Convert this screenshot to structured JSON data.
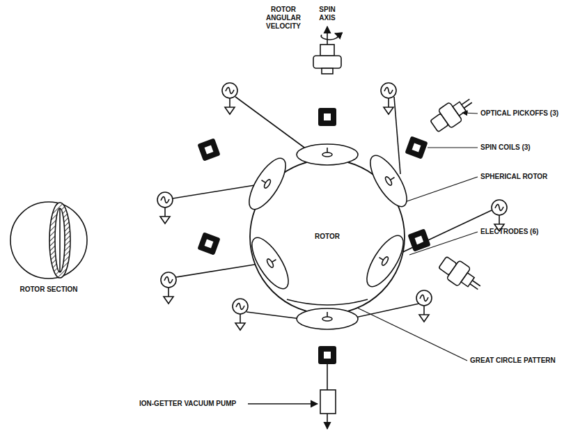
{
  "diagram": {
    "nodes": [
      {
        "text": [
          "ROTOR"
        ]
      }
    ],
    "labels": [
      "ROTOR ANGULAR VELOCITY",
      "SPIN AXIS",
      "OPTICAL PICKOFFS (3)",
      "SPIN COILS (3)",
      "SPHERICAL ROTOR",
      "ELECTRODES (6)",
      "GREAT CIRCLE PATTERN",
      "ION-GETTER VACUUM PUMP",
      "ROTOR SECTION"
    ]
  }
}
